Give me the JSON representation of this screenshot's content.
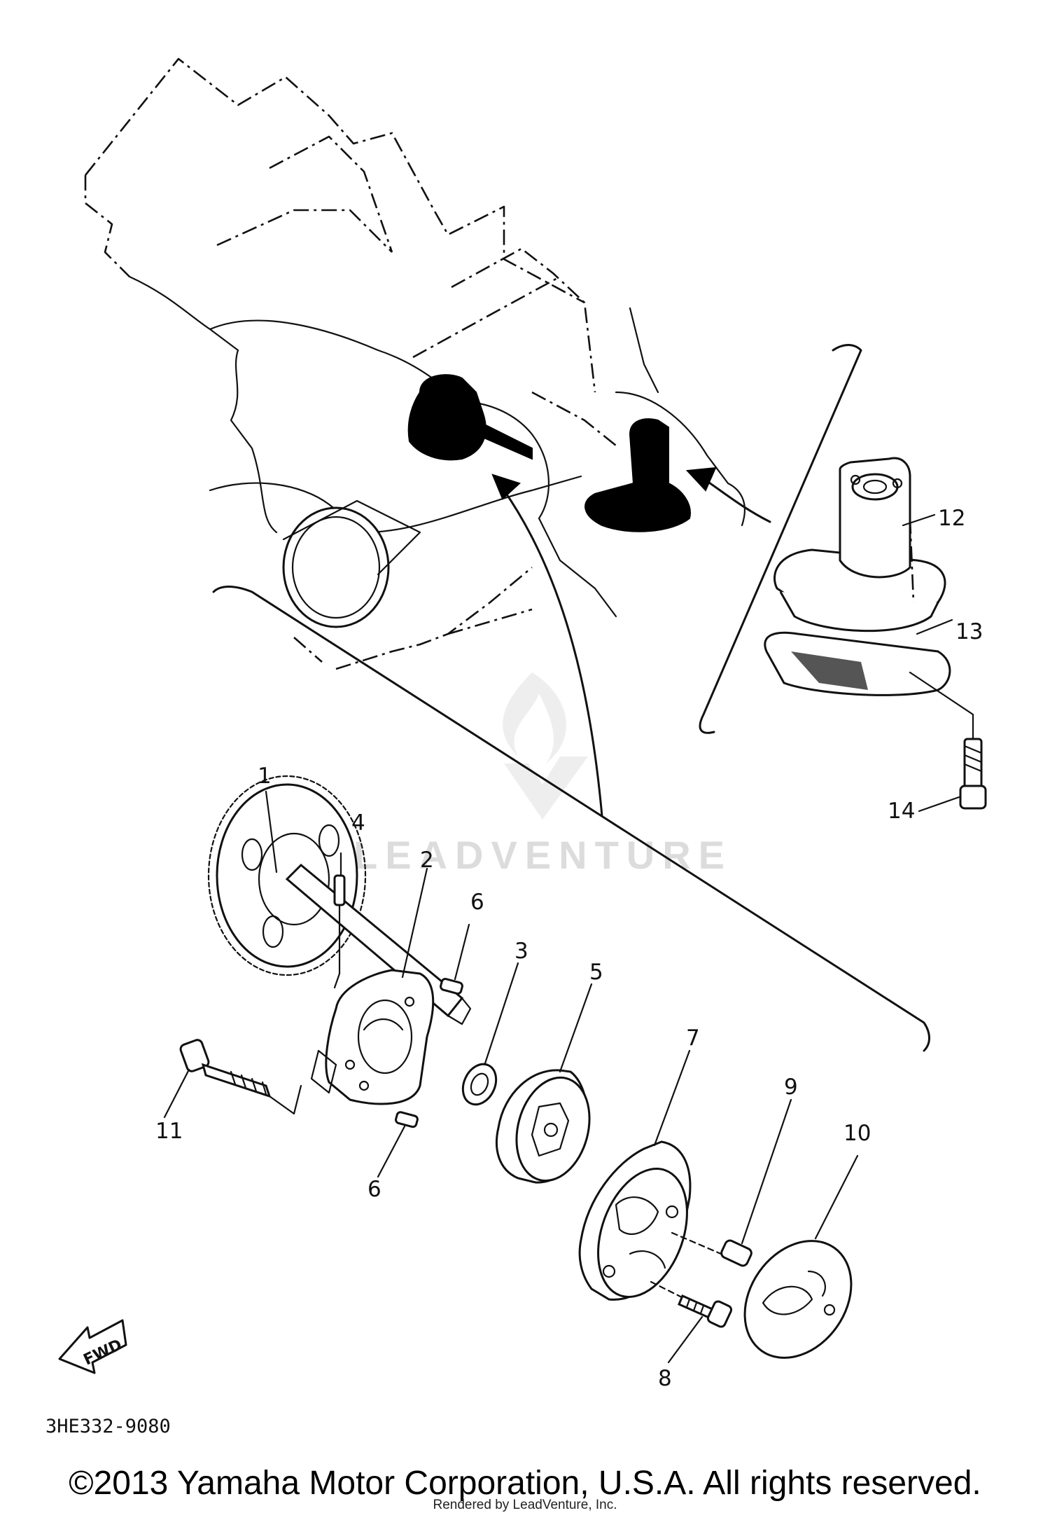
{
  "diagram": {
    "part_labels": [
      "1",
      "2",
      "3",
      "4",
      "5",
      "6",
      "6",
      "7",
      "8",
      "9",
      "10",
      "11",
      "12",
      "13",
      "14"
    ],
    "direction_label": "FWD",
    "diagram_code": "3HE332-9080",
    "watermark": "LEADVENTURE"
  },
  "footer": {
    "copyright": "©2013 Yamaha Motor Corporation, U.S.A. All rights reserved.",
    "rendered_by": "Rendered by LeadVenture, Inc."
  }
}
